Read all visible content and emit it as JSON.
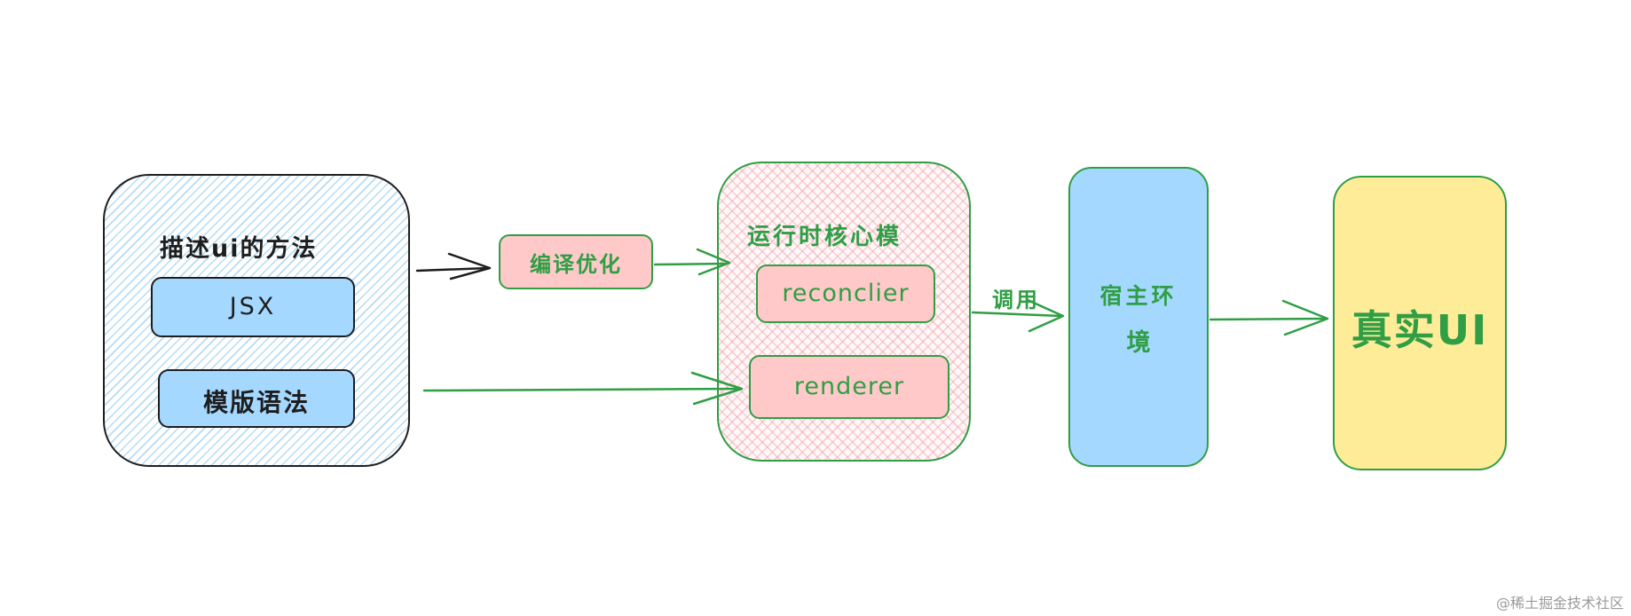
{
  "describe": {
    "title": "描述ui的方法",
    "item1": "JSX",
    "item2": "模版语法"
  },
  "compile": {
    "label": "编译优化"
  },
  "runtime": {
    "title": "运行时核心模",
    "item1": "reconclier",
    "item2": "renderer"
  },
  "call_label": "调用",
  "host": {
    "line1": "宿主环",
    "line2": "境"
  },
  "real": {
    "label": "真实UI"
  },
  "watermark": "@稀土掘金技术社区",
  "colors": {
    "green": "#2f9e44",
    "dark": "#1e1e1e",
    "blue_fill": "#a5d8ff",
    "pink_fill": "#ffc9c9",
    "yellow_fill": "#ffec99"
  }
}
